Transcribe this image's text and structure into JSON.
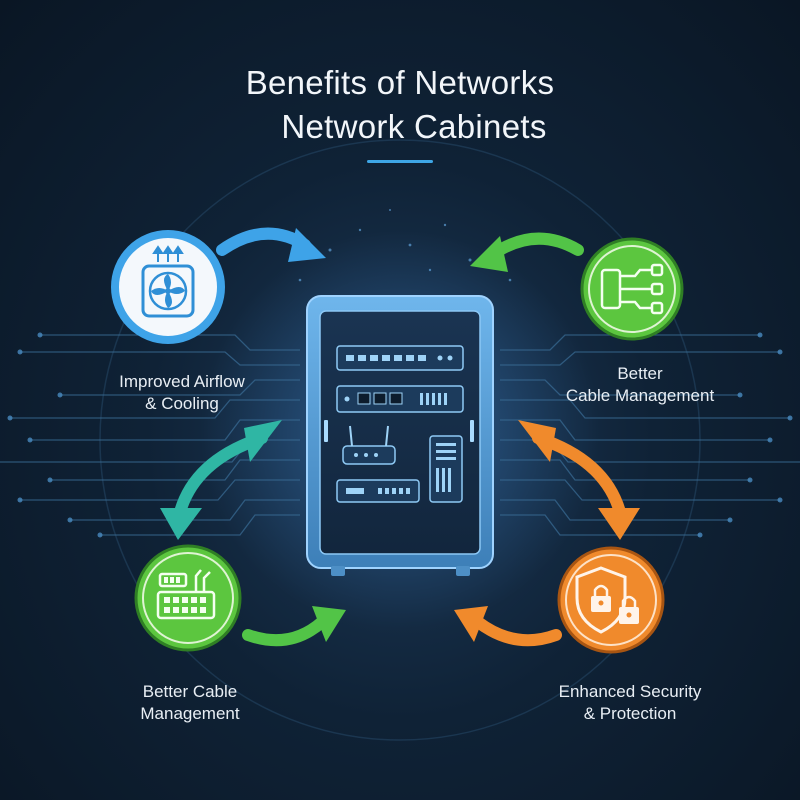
{
  "title": {
    "line1": "Benefits of Networks",
    "line2": "Network Cabinets"
  },
  "benefits": {
    "airflow": {
      "line1": "Improved Airflow",
      "line2": "& Cooling",
      "icon": "fan-icon",
      "color": "#3ea3e8"
    },
    "cable_top": {
      "line1": "Better",
      "line2": "Cable Management",
      "icon": "cable-icon",
      "color": "#5cc63f"
    },
    "cable_bottom": {
      "line1": "Better Cable",
      "line2": "Management",
      "icon": "patch-panel-icon",
      "color": "#5cc63f"
    },
    "security": {
      "line1": "Enhanced Security",
      "line2": "& Protection",
      "icon": "shield-lock-icon",
      "color": "#f08a2c"
    }
  },
  "colors": {
    "accent_blue": "#3ea6e6",
    "arrow_green": "#52c447",
    "arrow_teal": "#2fb6a4",
    "arrow_orange": "#f08a2c"
  },
  "center": {
    "icon": "network-cabinet-icon"
  }
}
